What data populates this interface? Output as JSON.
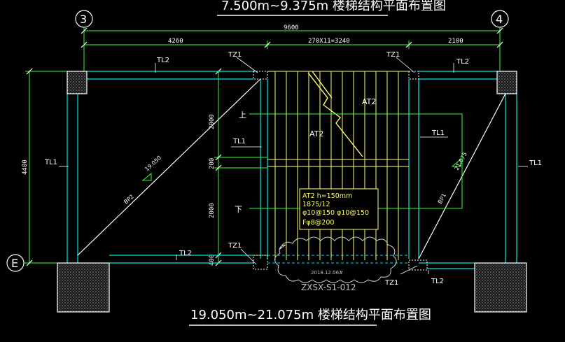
{
  "title_top": "7.500m~9.375m 楼梯结构平面布置图",
  "title_bottom": "19.050m~21.075m 楼梯结构平面布置图",
  "axes": {
    "axis_3": "3",
    "axis_4": "4",
    "axis_e": "E"
  },
  "dimensions": {
    "total_width": "9600",
    "left_span": "4260",
    "middle_span": "270X11=3240",
    "right_span": "2100",
    "height_total": "4400",
    "dim_1": "2000",
    "dim_2": "200",
    "dim_3": "2000",
    "dim_4": "400"
  },
  "labels": {
    "tl2_left": "TL2",
    "tl2_right": "TL2",
    "tl2_bottom_left": "TL2",
    "tl2_bottom_right": "TL2",
    "tz1_top_left": "TZ1",
    "tz1_top_right": "TZ1",
    "tz1_bottom_left": "TZ1",
    "tz1_bottom_right": "TZ1",
    "tl1_left": "TL1",
    "tl1_mid_left": "TL1",
    "tl1_mid_right": "TL1",
    "tl1_right": "TL1",
    "at2_upper": "AT2",
    "at2_lower": "AT2",
    "up": "上",
    "down": "下",
    "bp2_level": "19.050",
    "bp2": "BP2",
    "bp1_level": "21.075",
    "bp1": "BP1"
  },
  "stair_note": {
    "line1": "AT2 h=150mm",
    "line2": "1875/12",
    "line3": "φ10@150 φ10@150",
    "line4": "Fφ8@200"
  },
  "revision": {
    "stamp": "2018.12.06#",
    "ref": "ZXSX-S1-012"
  },
  "colors": {
    "background": "#000000",
    "axis_line": "#00e5e5",
    "stair": "#ffff66",
    "green": "#33ff33",
    "white": "#ffffff"
  }
}
